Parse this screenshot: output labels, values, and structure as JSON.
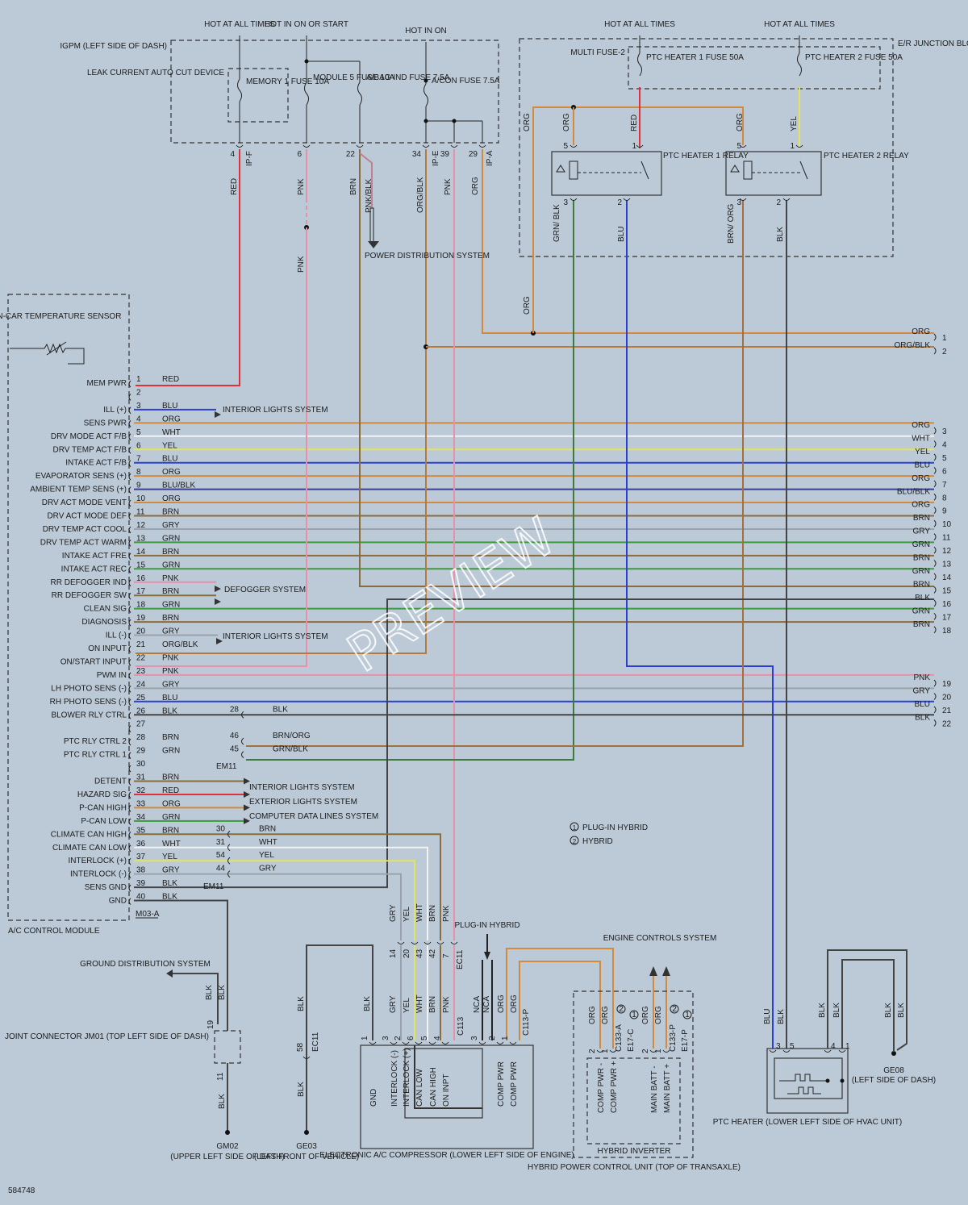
{
  "colors": {
    "RED": "#e0303c",
    "BLU": "#2b3fd6",
    "ORG": "#d38a3c",
    "WHT": "#f2f2f2",
    "YEL": "#e4e45a",
    "GRN": "#3d9a3d",
    "GRY": "#9aa3ab",
    "BRN": "#8a6b3c",
    "PNK": "#e890a8",
    "BLK": "#444444",
    "ORG/BLK": "#b87a3a",
    "BLU/BLK": "#3c3c9a",
    "PNK/BLK": "#c08090",
    "BRN/ORG": "#a07040",
    "GRN/BLK": "#3d7a3d",
    "GRN/ BLK": "#3d7a3d",
    "BRN/ ORG": "#a07040",
    "NCA": "#222222"
  },
  "headers": {
    "hot_at_all_times": "HOT AT ALL TIMES",
    "hot_in_on_or_start": "HOT IN ON OR START",
    "hot_in_on": "HOT IN ON",
    "hot_at_all_times_2": "HOT AT ALL TIMES",
    "hot_at_all_times_3": "HOT AT ALL TIMES"
  },
  "igpm": {
    "title": "IGPM (LEFT SIDE OF DASH)",
    "leak_device": "LEAK CURRENT AUTO CUT DEVICE",
    "fuses": [
      {
        "label": "MEMORY 1 FUSE 10A"
      },
      {
        "label": "MODULE 5 FUSE 10A"
      },
      {
        "label": "A/BAG IND FUSE 7.5A"
      },
      {
        "label": "A/CON FUSE 7.5A"
      }
    ],
    "pins": [
      "4",
      "6",
      "22",
      "34",
      "39",
      "29"
    ],
    "connectors": [
      "IP-F",
      "IP-E",
      "IP-A"
    ]
  },
  "junction": {
    "title": "E/R JUNCTION BLOCK (LEFT REAR OF ENGINE COMPT)",
    "multi_fuse": "MULTI FUSE-2",
    "ptc1_fuse": "PTC HEATER 1 FUSE 50A",
    "ptc2_fuse": "PTC HEATER 2 FUSE 50A",
    "relay1": "PTC HEATER 1 RELAY",
    "relay2": "PTC HEATER 2 RELAY",
    "relay1_pins": [
      "5",
      "1",
      "3",
      "2"
    ],
    "relay2_pins": [
      "5",
      "1",
      "3",
      "2"
    ]
  },
  "top_wire_labels": {
    "red": "RED",
    "pnk": "PNK",
    "brn": "BRN",
    "pnkblk": "PNK/BLK",
    "orgblk": "ORG/BLK",
    "pnk2": "PNK",
    "org": "ORG",
    "j_org1": "ORG",
    "j_org2": "ORG",
    "j_red": "RED",
    "j_org3": "ORG",
    "j_yel": "YEL",
    "j_grnblk": "GRN/ BLK",
    "j_blu": "BLU",
    "j_brnorg": "BRN/ ORG",
    "j_blk": "BLK",
    "pnk_drop": "PNK",
    "org_mid": "ORG"
  },
  "power_dist": "POWER DISTRIBUTION SYSTEM",
  "sensor": "IN-CAR TEMPERATURE SENSOR",
  "module_title": "A/C CONTROL MODULE",
  "module_connector": "M03-A",
  "em11": "EM11",
  "pins": [
    {
      "n": "1",
      "name": "MEM PWR",
      "color": "RED"
    },
    {
      "n": "2",
      "name": "",
      "color": ""
    },
    {
      "n": "3",
      "name": "ILL (+)",
      "color": "BLU"
    },
    {
      "n": "4",
      "name": "SENS PWR",
      "color": "ORG"
    },
    {
      "n": "5",
      "name": "DRV MODE ACT F/B",
      "color": "WHT"
    },
    {
      "n": "6",
      "name": "DRV TEMP ACT F/B",
      "color": "YEL"
    },
    {
      "n": "7",
      "name": "INTAKE ACT F/B",
      "color": "BLU"
    },
    {
      "n": "8",
      "name": "EVAPORATOR SENS (+)",
      "color": "ORG"
    },
    {
      "n": "9",
      "name": "AMBIENT TEMP SENS (+)",
      "color": "BLU/BLK"
    },
    {
      "n": "10",
      "name": "DRV ACT MODE VENT",
      "color": "ORG"
    },
    {
      "n": "11",
      "name": "DRV ACT MODE DEF",
      "color": "BRN"
    },
    {
      "n": "12",
      "name": "DRV TEMP ACT COOL",
      "color": "GRY"
    },
    {
      "n": "13",
      "name": "DRV TEMP ACT WARM",
      "color": "GRN"
    },
    {
      "n": "14",
      "name": "INTAKE ACT FRE",
      "color": "BRN"
    },
    {
      "n": "15",
      "name": "INTAKE ACT REC",
      "color": "GRN"
    },
    {
      "n": "16",
      "name": "RR DEFOGGER IND",
      "color": "PNK"
    },
    {
      "n": "17",
      "name": "RR DEFOGGER SW",
      "color": "BRN"
    },
    {
      "n": "18",
      "name": "CLEAN SIG",
      "color": "GRN"
    },
    {
      "n": "19",
      "name": "DIAGNOSIS",
      "color": "BRN"
    },
    {
      "n": "20",
      "name": "ILL (-)",
      "color": "GRY"
    },
    {
      "n": "21",
      "name": "ON INPUT",
      "color": "ORG/BLK"
    },
    {
      "n": "22",
      "name": "ON/START INPUT",
      "color": "PNK"
    },
    {
      "n": "23",
      "name": "PWM IN",
      "color": "PNK"
    },
    {
      "n": "24",
      "name": "LH PHOTO SENS (-)",
      "color": "GRY"
    },
    {
      "n": "25",
      "name": "RH PHOTO SENS (-)",
      "color": "BLU"
    },
    {
      "n": "26",
      "name": "BLOWER RLY CTRL",
      "color": "BLK"
    },
    {
      "n": "27",
      "name": "",
      "color": ""
    },
    {
      "n": "28",
      "name": "PTC RLY CTRL 2",
      "color": "BRN"
    },
    {
      "n": "29",
      "name": "PTC RLY CTRL 1",
      "color": "GRN"
    },
    {
      "n": "30",
      "name": "",
      "color": ""
    },
    {
      "n": "31",
      "name": "DETENT",
      "color": "BRN"
    },
    {
      "n": "32",
      "name": "HAZARD SIG",
      "color": "RED"
    },
    {
      "n": "33",
      "name": "P-CAN HIGH",
      "color": "ORG"
    },
    {
      "n": "34",
      "name": "P-CAN LOW",
      "color": "GRN"
    },
    {
      "n": "35",
      "name": "CLIMATE CAN HIGH",
      "color": "BRN"
    },
    {
      "n": "36",
      "name": "CLIMATE CAN LOW",
      "color": "WHT"
    },
    {
      "n": "37",
      "name": "INTERLOCK (+)",
      "color": "YEL"
    },
    {
      "n": "38",
      "name": "INTERLOCK (-)",
      "color": "GRY"
    },
    {
      "n": "39",
      "name": "SENS GND",
      "color": "BLK"
    },
    {
      "n": "40",
      "name": "GND",
      "color": "BLK"
    }
  ],
  "pin_destinations": {
    "ill_plus": "INTERIOR LIGHTS SYSTEM",
    "defogger": "DEFOGGER SYSTEM",
    "ill_minus": "INTERIOR LIGHTS SYSTEM",
    "detent": "INTERIOR LIGHTS SYSTEM",
    "hazard": "EXTERIOR LIGHTS SYSTEM",
    "pcan": "COMPUTER DATA LINES SYSTEM"
  },
  "em11_pins": [
    {
      "n": "28",
      "color": "BLK"
    },
    {
      "n": "46",
      "color": "BRN/ORG"
    },
    {
      "n": "45",
      "color": "GRN/BLK"
    },
    {
      "n": "30",
      "color": "BRN"
    },
    {
      "n": "31",
      "color": "WHT"
    },
    {
      "n": "54",
      "color": "YEL"
    },
    {
      "n": "44",
      "color": "GRY"
    }
  ],
  "right_edge": [
    {
      "n": "1",
      "color": "ORG"
    },
    {
      "n": "2",
      "color": "ORG/BLK"
    },
    {
      "n": "3",
      "color": "ORG"
    },
    {
      "n": "4",
      "color": "WHT"
    },
    {
      "n": "5",
      "color": "YEL"
    },
    {
      "n": "6",
      "color": "BLU"
    },
    {
      "n": "7",
      "color": "ORG"
    },
    {
      "n": "8",
      "color": "BLU/BLK"
    },
    {
      "n": "9",
      "color": "ORG"
    },
    {
      "n": "10",
      "color": "BRN"
    },
    {
      "n": "11",
      "color": "GRY"
    },
    {
      "n": "12",
      "color": "GRN"
    },
    {
      "n": "13",
      "color": "BRN"
    },
    {
      "n": "14",
      "color": "GRN"
    },
    {
      "n": "15",
      "color": "BRN"
    },
    {
      "n": "16",
      "color": "BLK"
    },
    {
      "n": "17",
      "color": "GRN"
    },
    {
      "n": "18",
      "color": "BRN"
    },
    {
      "n": "19",
      "color": "PNK"
    },
    {
      "n": "20",
      "color": "GRY"
    },
    {
      "n": "21",
      "color": "BLU"
    },
    {
      "n": "22",
      "color": "BLK"
    }
  ],
  "legend": {
    "one": "PLUG-IN HYBRID",
    "two": "HYBRID",
    "n1": "1",
    "n2": "2"
  },
  "ground_dist": "GROUND DISTRIBUTION SYSTEM",
  "joint": {
    "title": "JOINT CONNECTOR JM01 (TOP LEFT SIDE OF DASH)",
    "p19": "19",
    "p11": "11"
  },
  "grounds": [
    {
      "id": "GM02",
      "desc": "(UPPER LEFT SIDE OF DASH)"
    },
    {
      "id": "GE03",
      "desc": "(LEFT FRONT OF VEHICLE)"
    },
    {
      "id": "GE08",
      "desc": "(LEFT SIDE OF DASH)"
    }
  ],
  "ec11": {
    "label": "EC11",
    "pin": "58"
  },
  "compressor": {
    "title": "ELECTRONIC A/C COMPRESSOR (LOWER LEFT SIDE OF ENGINE)",
    "plug_in": "PLUG-IN HYBRID",
    "ec11_pins": [
      {
        "n": "14",
        "color": "GRY"
      },
      {
        "n": "20",
        "color": "YEL"
      },
      {
        "n": "43",
        "color": "WHT"
      },
      {
        "n": "42",
        "color": "BRN"
      },
      {
        "n": "7",
        "color": "PNK"
      }
    ],
    "pins": [
      {
        "n": "1",
        "name": "GND",
        "color": "BLK"
      },
      {
        "n": "3",
        "name": "INTERLOCK (-)",
        "color": "GRY"
      },
      {
        "n": "2",
        "name": "INTERLOCK (+)",
        "color": "YEL"
      },
      {
        "n": "6",
        "name": "CAN LOW",
        "color": "WHT"
      },
      {
        "n": "5",
        "name": "CAN HIGH",
        "color": "BRN"
      },
      {
        "n": "4",
        "name": "ON INPT",
        "color": "PNK"
      },
      {
        "n": "3",
        "name": "",
        "color": "NCA"
      },
      {
        "n": "2",
        "name": "COMP PWR",
        "color": "ORG"
      },
      {
        "n": "1",
        "name": "COMP PWR",
        "color": "ORG"
      }
    ],
    "c113": "C113",
    "c113p": "C113-P"
  },
  "engine_controls": "ENGINE CONTROLS SYSTEM",
  "inverter": {
    "title": "HYBRID INVERTER",
    "pcu": "HYBRID POWER CONTROL UNIT (TOP OF TRANSAXLE)",
    "pins": [
      {
        "n": "2",
        "name": "COMP PWR -",
        "color": "ORG"
      },
      {
        "n": "1",
        "name": "COMP PWR +",
        "color": "ORG"
      },
      {
        "n": "2",
        "name": "MAIN BATT -",
        "color": "ORG"
      },
      {
        "n": "1",
        "name": "MAIN BATT +",
        "color": "ORG"
      }
    ],
    "conn1": "C133-A",
    "conn2": "E17-C",
    "conn3": "C133-P",
    "conn4": "E17-P"
  },
  "ptc": {
    "title": "PTC HEATER (LOWER LEFT SIDE OF HVAC UNIT)",
    "pins": [
      {
        "n": "3",
        "color": "BLU"
      },
      {
        "n": "5",
        "color": "BLK"
      },
      {
        "n": "4",
        "color": "BLK"
      },
      {
        "n": "1",
        "color": "BLK"
      }
    ],
    "ge08_blk1": "BLK",
    "ge08_blk2": "BLK"
  },
  "watermark": "PREVIEW",
  "figure_id": "584748"
}
